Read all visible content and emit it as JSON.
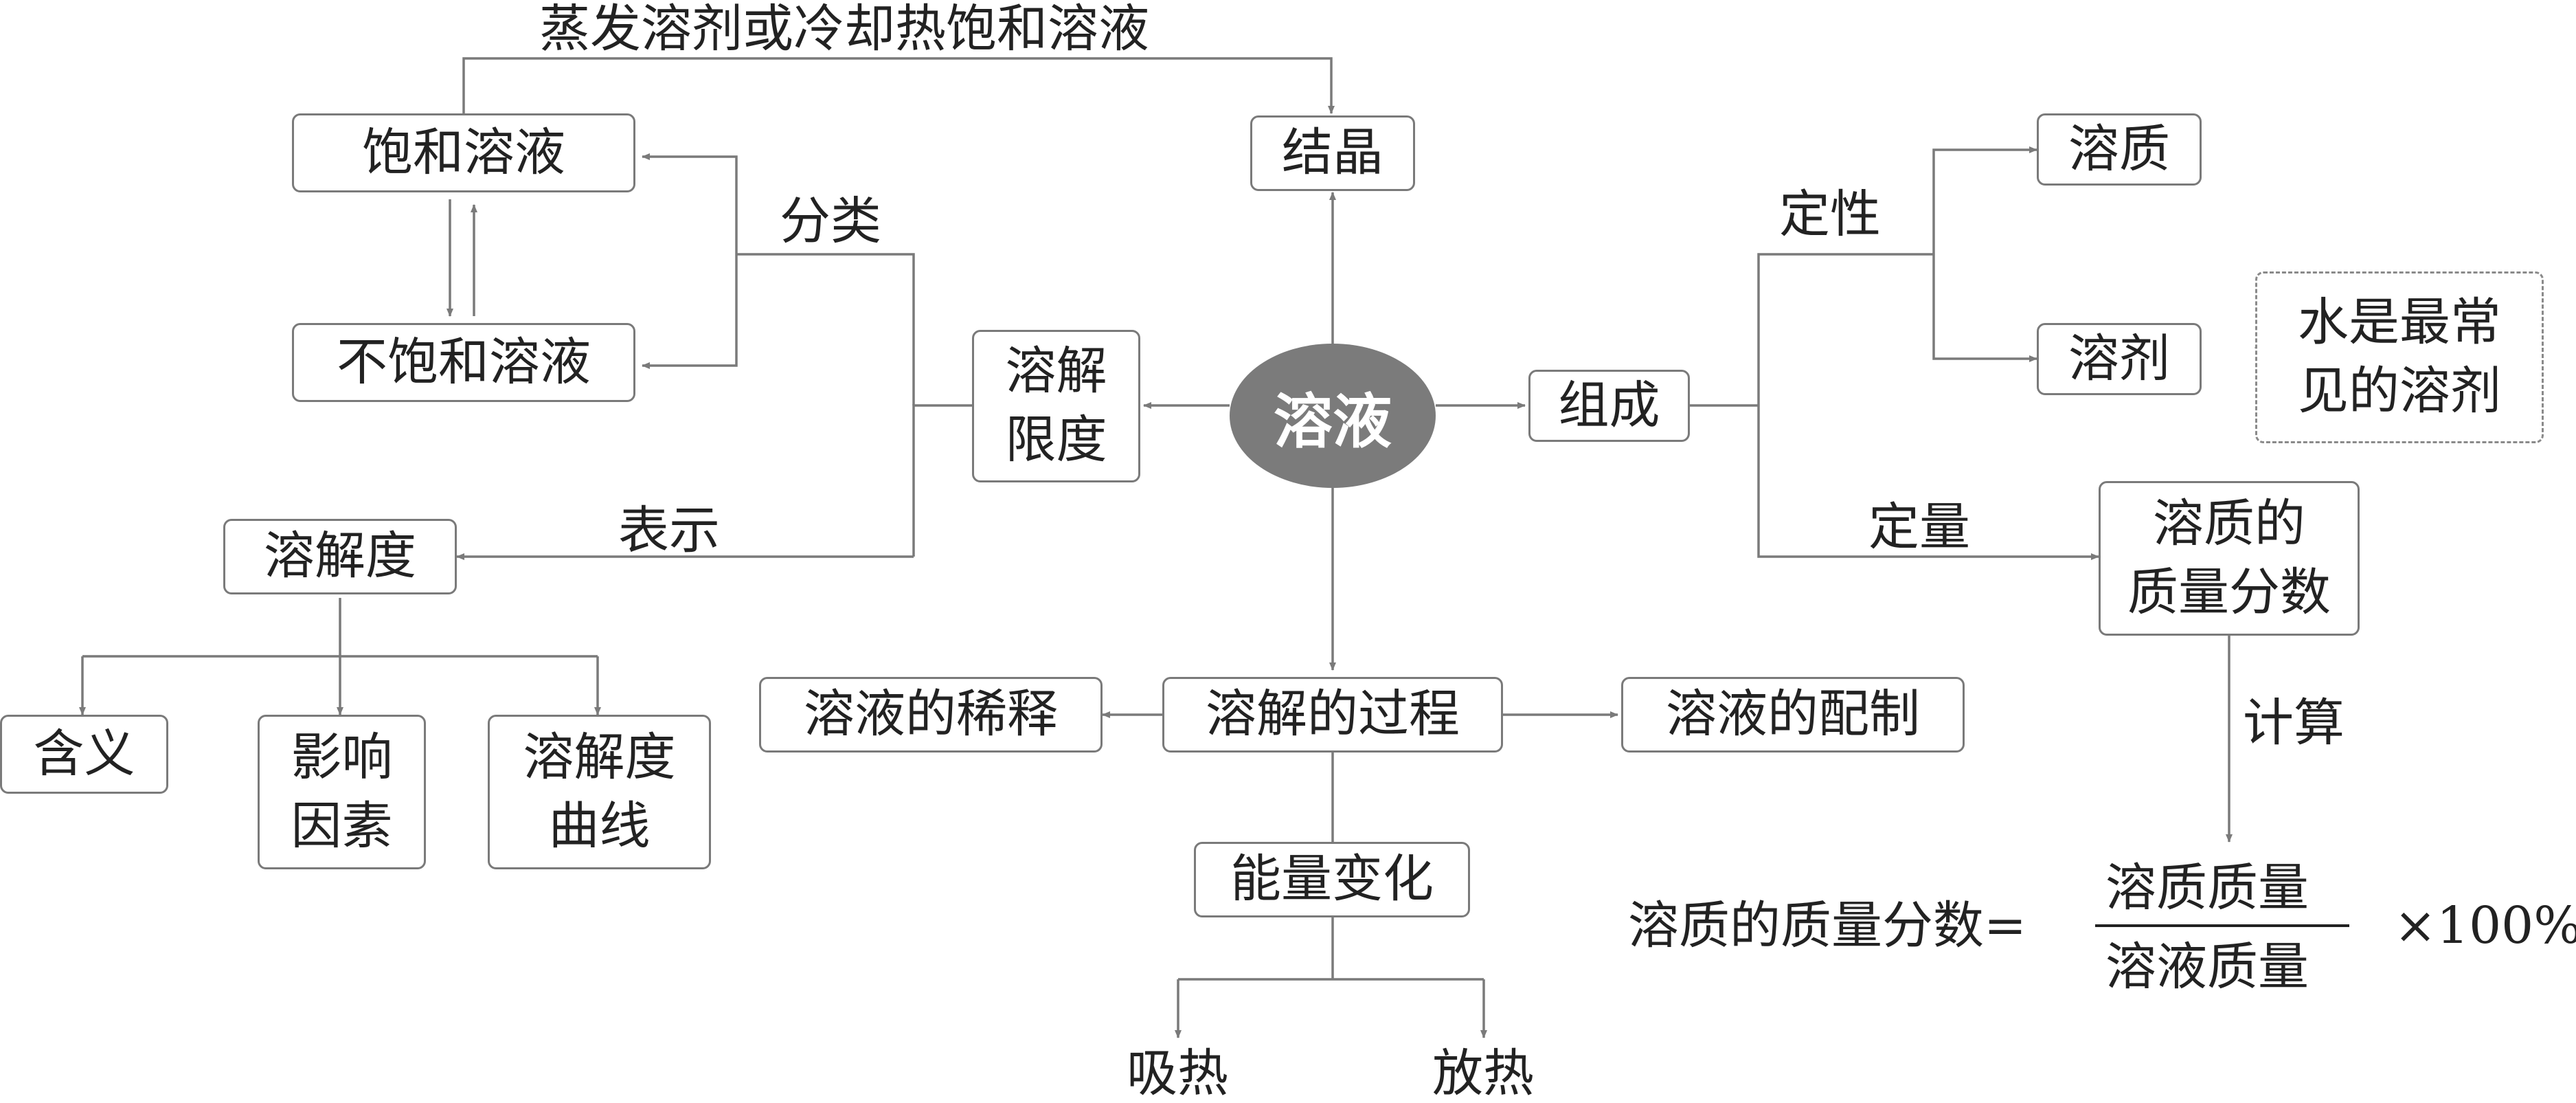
{
  "center": "溶液",
  "nodes": {
    "saturated": "饱和溶液",
    "unsaturated": "不饱和溶液",
    "crystallization": "结晶",
    "dissolution_limit": "溶解\n限度",
    "solubility": "溶解度",
    "meaning": "含义",
    "influencing_factors": "影响\n因素",
    "solubility_curve": "溶解度\n曲线",
    "composition": "组成",
    "solute": "溶质",
    "solvent": "溶剂",
    "water_note": "水是最常\n见的溶剂",
    "mass_fraction": "溶质的\n质量分数",
    "dilution": "溶液的稀释",
    "dissolution_process": "溶解的过程",
    "preparation": "溶液的配制",
    "energy_change": "能量变化"
  },
  "labels": {
    "crystallize_method": "蒸发溶剂或冷却热饱和溶液",
    "classification": "分类",
    "expression": "表示",
    "qualitative": "定性",
    "quantitative": "定量",
    "calculation": "计算",
    "absorb_heat": "吸热",
    "release_heat": "放热"
  },
  "formula": {
    "lhs": "溶质的质量分数=",
    "numerator": "溶质质量",
    "denominator": "溶液质量",
    "multiplier": "×100%"
  }
}
